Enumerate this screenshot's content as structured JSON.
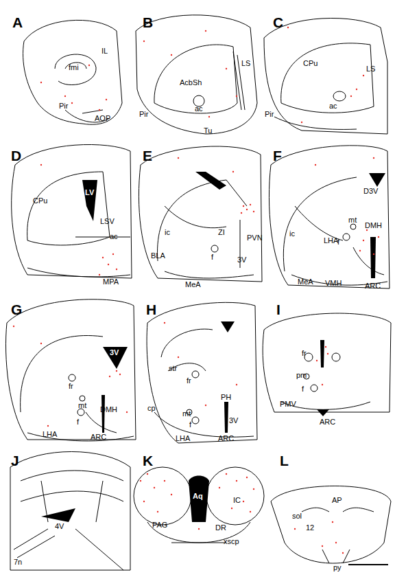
{
  "diagram": {
    "labels": [
      "A",
      "IL",
      "fmi",
      "Pir",
      "AOP",
      "B",
      "LS",
      "AcbSh",
      "ac",
      "Pir",
      "Tu",
      "C",
      "CPu",
      "LS",
      "ac",
      "Pir",
      "D",
      "CPu",
      "LV",
      "LSV",
      "ac",
      "MPA",
      "E",
      "ic",
      "ZI",
      "PVN",
      "BLA",
      "f",
      "3V",
      "MeA",
      "F",
      "D3V",
      "mt",
      "DMH",
      "ic",
      "LHA",
      "f",
      "MeA",
      "VMH",
      "ARC",
      "G",
      "3V",
      "fr",
      "mt",
      "DMH",
      "f",
      "LHA",
      "ARC",
      "H",
      "str",
      "fr",
      "cp",
      "PH",
      "mt",
      "f",
      "3V",
      "LHA",
      "ARC",
      "I",
      "fr",
      "pm",
      "f",
      "PMV",
      "ARC",
      "J",
      "4V",
      "7n",
      "K",
      "IC",
      "Aq",
      "PAG",
      "DR",
      "xscp",
      "L",
      "AP",
      "sol",
      "12",
      "py"
    ]
  }
}
